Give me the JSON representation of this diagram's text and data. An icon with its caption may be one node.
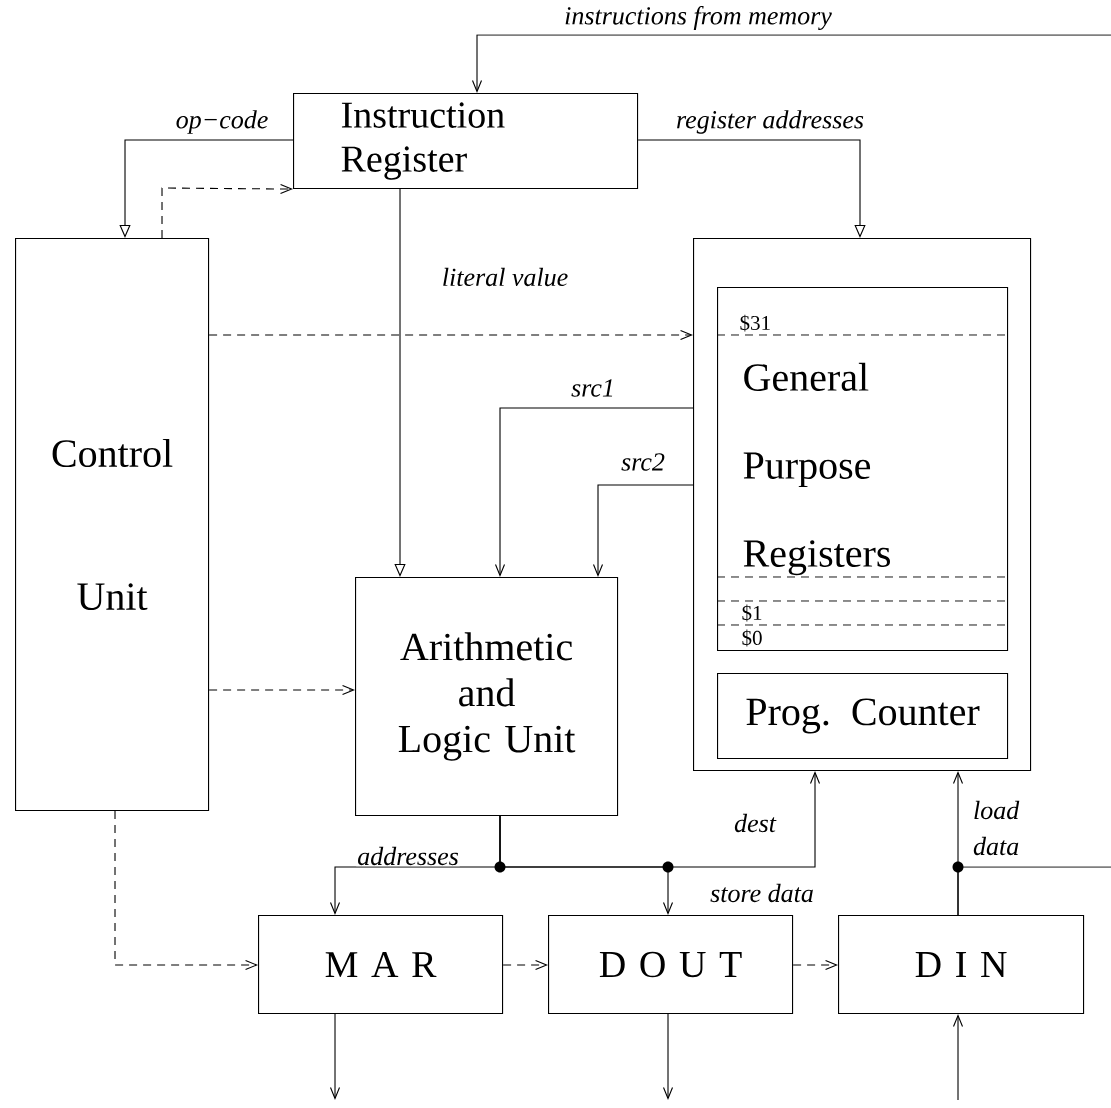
{
  "diagram": {
    "nodes": [
      {
        "text": [
          "Instruction Register"
        ]
      },
      {
        "text": [
          "Control Unit"
        ]
      },
      {
        "text": [],
        "shape": "box"
      },
      {
        "text": [
          "$31",
          "General Purpose Registers",
          "$1",
          "$0"
        ],
        "in": 2
      },
      {
        "text": [
          "Prog. Counter"
        ],
        "in": 2
      },
      {
        "text": [
          "Arithmetic and Logic Unit"
        ]
      },
      {
        "text": [
          "M A R"
        ]
      },
      {
        "text": [
          "D O U T"
        ]
      },
      {
        "text": [
          "D I N"
        ]
      }
    ],
    "edges": [
      {
        "from": null,
        "to": 0,
        "arrow": "to",
        "label": "instructions from memory"
      },
      {
        "from": 0,
        "to": 1,
        "arrow": "to",
        "label": "op−code"
      },
      {
        "from": 1,
        "to": 0,
        "arrow": "to",
        "style": "dashed"
      },
      {
        "from": 0,
        "to": 2,
        "arrow": "to",
        "label": "register addresses"
      },
      {
        "from": 0,
        "to": 5,
        "arrow": "to",
        "label": "literal value"
      },
      {
        "from": 1,
        "to": 2,
        "arrow": "to",
        "style": "dashed"
      },
      {
        "from": 2,
        "to": 5,
        "arrow": "to",
        "label": "src1"
      },
      {
        "from": 2,
        "to": 5,
        "arrow": "to",
        "label": "src2"
      },
      {
        "from": 1,
        "to": 5,
        "arrow": "to",
        "style": "dashed"
      },
      {
        "from": 1,
        "to": 6,
        "arrow": "to",
        "style": "dashed"
      },
      {
        "from": 5,
        "to": 6,
        "arrow": "to",
        "label": "addresses"
      },
      {
        "from": 5,
        "to": 7,
        "arrow": "to",
        "label": "store data"
      },
      {
        "from": 5,
        "to": 2,
        "arrow": "to",
        "label": "dest"
      },
      {
        "from": 6,
        "to": 7,
        "arrow": "to",
        "style": "dashed"
      },
      {
        "from": 7,
        "to": 8,
        "arrow": "to",
        "style": "dashed"
      },
      {
        "from": 8,
        "to": 2,
        "arrow": "to",
        "label": "load data"
      },
      {
        "from": 8,
        "to": null,
        "arrow": "none"
      },
      {
        "from": 6,
        "to": null,
        "arrow": "to"
      },
      {
        "from": 7,
        "to": null,
        "arrow": "to"
      },
      {
        "from": null,
        "to": 8,
        "arrow": "to"
      }
    ]
  }
}
